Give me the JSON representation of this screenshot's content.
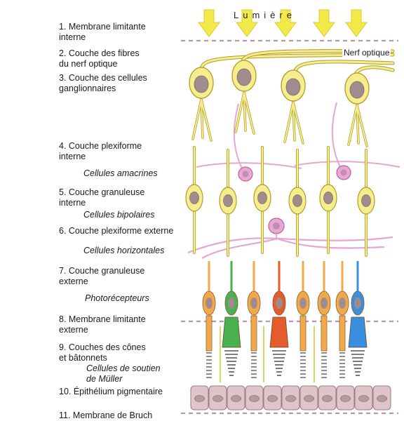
{
  "light_label": "Lumière",
  "nerve_label": "Nerf optique",
  "layers": [
    {
      "text": "1. Membrane limitante\ninterne"
    },
    {
      "text": "2. Couche des fibres\ndu nerf optique"
    },
    {
      "text": "3. Couche des cellules\nganglionnaires"
    },
    {
      "text": "4. Couche plexiforme\ninterne"
    },
    {
      "text": "Cellules amacrines",
      "italic": true
    },
    {
      "text": "5. Couche granuleuse\ninterne"
    },
    {
      "text": "Cellules bipolaires",
      "italic": true
    },
    {
      "text": "6. Couche plexiforme externe"
    },
    {
      "text": "Cellules horizontales",
      "italic": true
    },
    {
      "text": "7. Couche granuleuse\nexterne"
    },
    {
      "text": "Photorécepteurs",
      "italic": true
    },
    {
      "text": "8. Membrane limitante\nexterne"
    },
    {
      "text": "9. Couches des cônes\net bâtonnets"
    },
    {
      "text": "Cellules de soutien\nde Müller",
      "italic": true
    },
    {
      "text": "10. Épithélium pigmentaire"
    },
    {
      "text": "11. Membrane de Bruch"
    }
  ],
  "colors": {
    "light_arrow": "#f3ea4a",
    "neuron_fill": "#f6ee8c",
    "neuron_stroke": "#b09a2c",
    "nucleus": "#a08c8c",
    "amacrine": "#e8a8d4",
    "horizontal": "#e5a6d2",
    "cone_orange": "#f2a94a",
    "cone_red": "#e55b2b",
    "cone_green": "#49b24f",
    "cone_blue": "#3a8ede",
    "epithelium": "#dfc4c9",
    "membrane_dash": "#b899a1"
  }
}
